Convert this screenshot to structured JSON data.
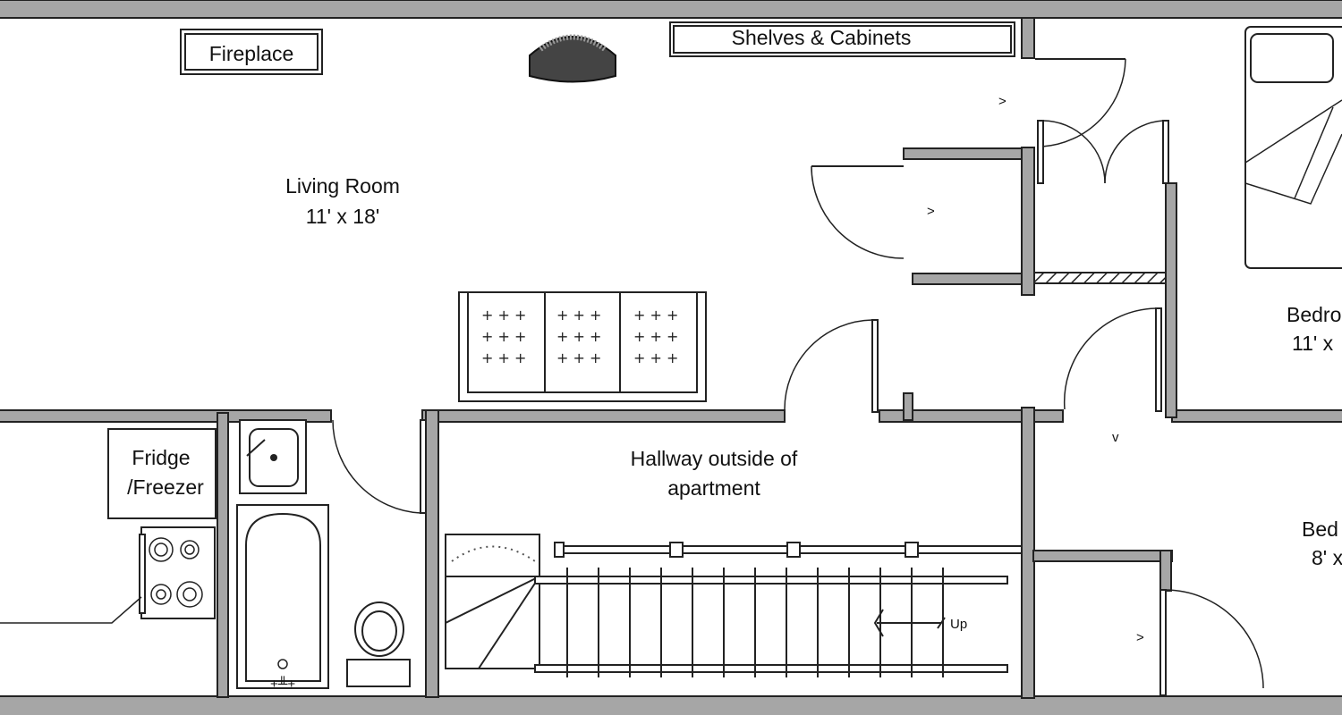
{
  "labels": {
    "fireplace": "Fireplace",
    "shelves": "Shelves & Cabinets",
    "living_room": "Living Room",
    "living_room_size": "11' x 18'",
    "bedroom1": "Bedro",
    "bedroom1_size": "11' x",
    "bedroom2": "Bed",
    "bedroom2_size": "8' x",
    "fridge": "Fridge",
    "freezer": "/Freezer",
    "hallway_line1": "Hallway outside of",
    "hallway_line2": "apartment",
    "stairs_up": "Up"
  },
  "colors": {
    "wall": "#a6a6a6",
    "line": "#222222",
    "background": "#ffffff"
  }
}
